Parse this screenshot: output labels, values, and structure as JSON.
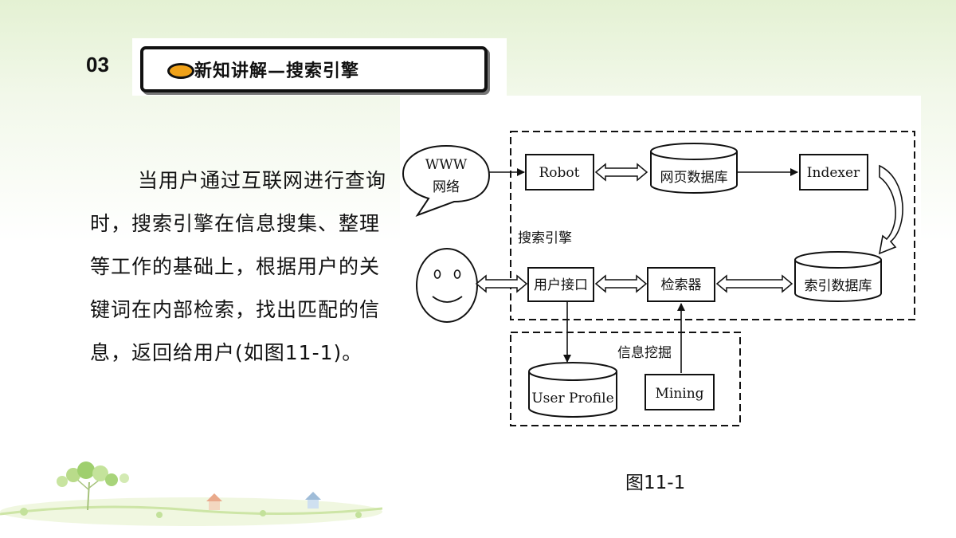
{
  "header": {
    "section_number": "03",
    "title": "新知讲解—搜索引擎"
  },
  "body": {
    "paragraph": "当用户通过互联网进行查询时，搜索引擎在信息搜集、整理等工作的基础上，根据用户的关键词在内部检索，找出匹配的信息，返回给用户(如图11-1)。"
  },
  "diagram": {
    "www_line1": "WWW",
    "www_line2": "网络",
    "robot": "Robot",
    "webpage_db": "网页数据库",
    "indexer": "Indexer",
    "engine_label": "搜索引擎",
    "user_interface": "用户接口",
    "retriever": "检索器",
    "index_db": "索引数据库",
    "mining_label": "信息挖掘",
    "user_profile": "User Profile",
    "mining": "Mining"
  },
  "caption": "图11-1"
}
